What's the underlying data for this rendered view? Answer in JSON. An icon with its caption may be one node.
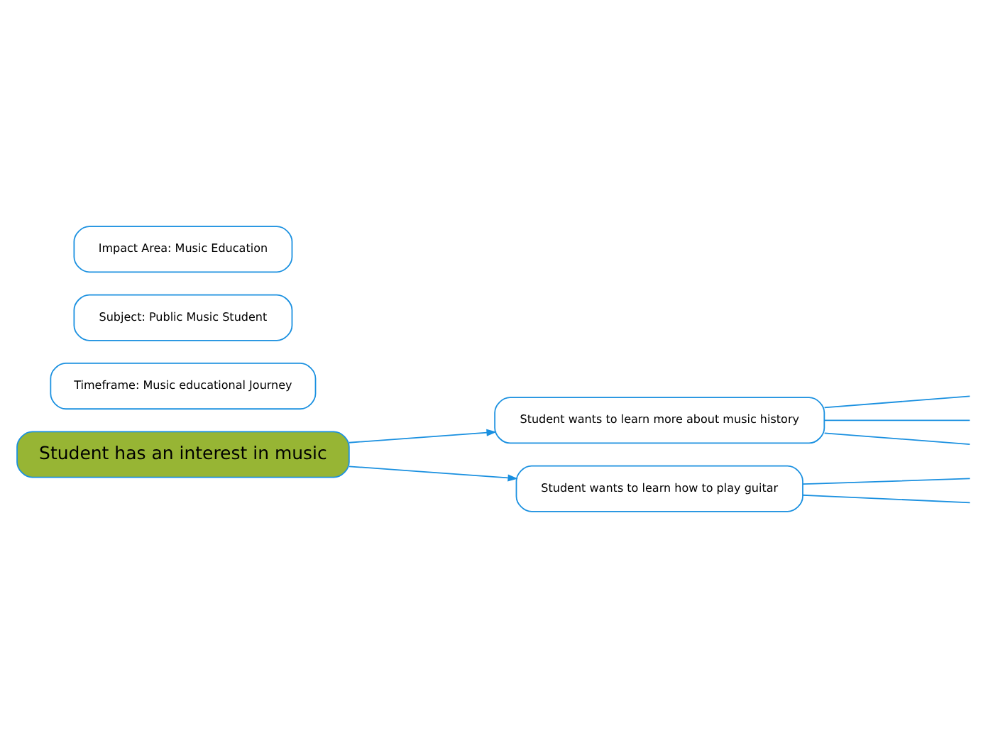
{
  "diagram": {
    "nodes": [
      {
        "text": [
          "Impact Area: Music Education"
        ]
      },
      {
        "text": [
          "Subject: Public Music Student"
        ]
      },
      {
        "text": [
          "Timeframe: Music educational Journey"
        ]
      },
      {
        "text": [
          "Student has an interest in music"
        ]
      },
      {
        "text": [
          "Student wants to learn more about music history"
        ]
      },
      {
        "text": [
          "Student wants to learn how to play guitar"
        ]
      }
    ],
    "edges": [
      {
        "from": 3,
        "to": 4,
        "arrow": "to"
      },
      {
        "from": 3,
        "to": 5,
        "arrow": "to"
      },
      {
        "from": 4,
        "to": null,
        "arrow": "none"
      },
      {
        "from": 4,
        "to": null,
        "arrow": "none"
      },
      {
        "from": 4,
        "to": null,
        "arrow": "none"
      },
      {
        "from": 5,
        "to": null,
        "arrow": "none"
      },
      {
        "from": 5,
        "to": null,
        "arrow": "none"
      }
    ]
  }
}
